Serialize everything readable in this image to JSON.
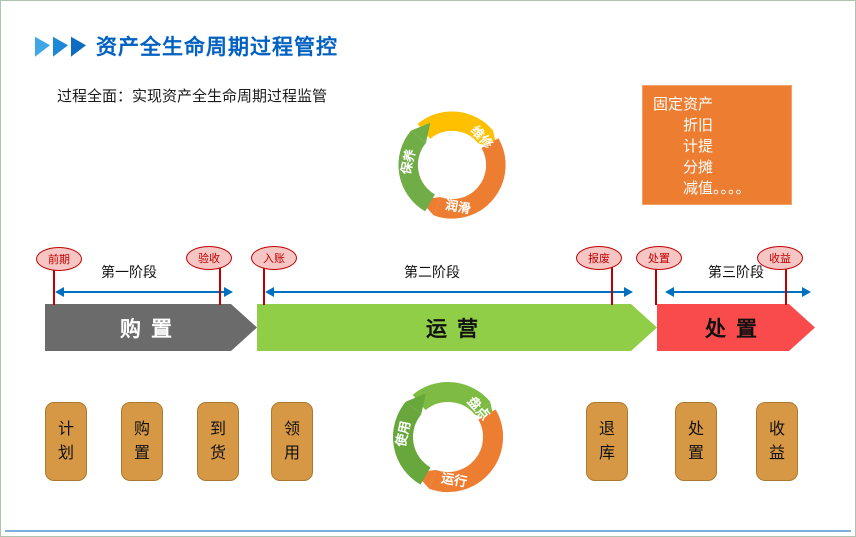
{
  "slide": {
    "title": "资产全生命周期过程管控",
    "subtitle": "过程全面：实现资产全生命周期过程监管"
  },
  "fixed_asset_box": {
    "title": "固定资产",
    "items": [
      "折旧",
      "计提",
      "分摊",
      "减值。。。。"
    ]
  },
  "maintenance_cycle": {
    "labels": [
      "维修",
      "保养",
      "润滑"
    ]
  },
  "operation_cycle": {
    "labels": [
      "盘点",
      "使用",
      "运行"
    ]
  },
  "timeline": {
    "phases": [
      {
        "label": "第一阶段"
      },
      {
        "label": "第二阶段"
      },
      {
        "label": "第三阶段"
      }
    ],
    "milestones": [
      {
        "label": "前期"
      },
      {
        "label": "验收"
      },
      {
        "label": "入账"
      },
      {
        "label": "报废"
      },
      {
        "label": "处置"
      },
      {
        "label": "收益"
      }
    ]
  },
  "stages": [
    {
      "label": "购置",
      "color": "#6b6b6b"
    },
    {
      "label": "运营",
      "color": "#8FCE46"
    },
    {
      "label": "处置",
      "color": "#F94B4B"
    }
  ],
  "process_boxes": [
    {
      "label": "计划"
    },
    {
      "label": "购置"
    },
    {
      "label": "到货"
    },
    {
      "label": "领用"
    },
    {
      "label": "退库"
    },
    {
      "label": "处置"
    },
    {
      "label": "收益"
    }
  ],
  "colors": {
    "title_blue": "#0061c1",
    "milestone_red": "#C00000",
    "milestone_fill": "#F6C6C5",
    "phase_arrow_blue": "#0070C0",
    "cycle_green": "#70AD47",
    "cycle_orange": "#ED7D31",
    "cycle_yellow": "#FFC000",
    "process_box_fill": "#D79845",
    "fixed_asset_orange": "#ED7D31"
  }
}
